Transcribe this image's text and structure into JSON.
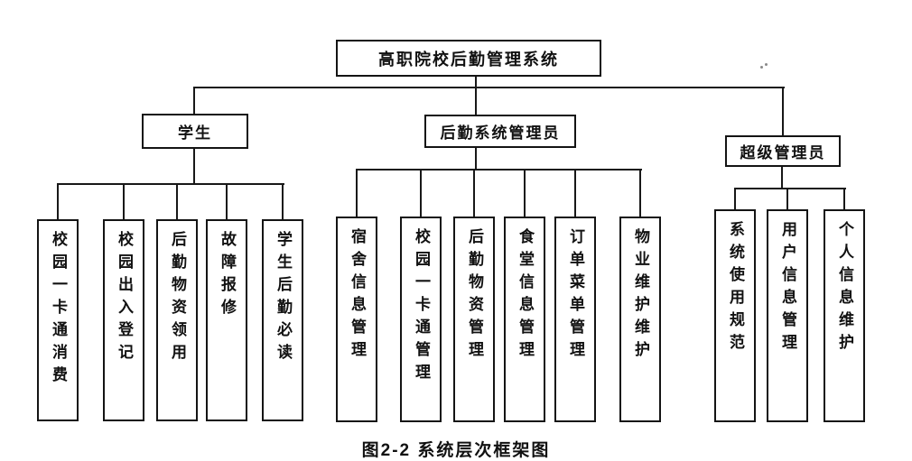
{
  "diagram": {
    "root": {
      "label": "高职院校后勤管理系统"
    },
    "groups": [
      {
        "label": "学生",
        "children": [
          "校园一卡通消费",
          "校园出入登记",
          "后勤物资领用",
          "故障报修",
          "学生后勤必读"
        ]
      },
      {
        "label": "后勤系统管理员",
        "children": [
          "宿舍信息管理",
          "校园一卡通管理",
          "后勤物资管理",
          "食堂信息管理",
          "订单菜单管理",
          "物业维护维护"
        ]
      },
      {
        "label": "超级管理员",
        "children": [
          "系统使用规范",
          "用户信息管理",
          "个人信息维护"
        ]
      }
    ],
    "caption": "图2-2 系统层次框架图"
  }
}
